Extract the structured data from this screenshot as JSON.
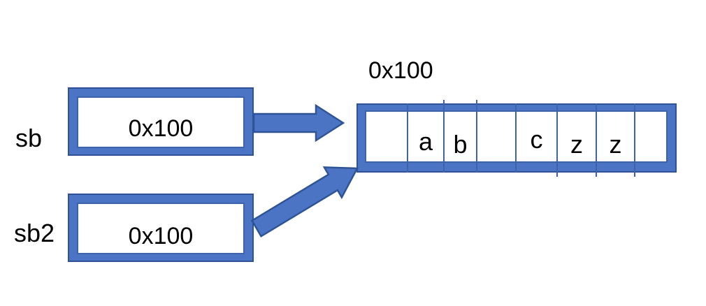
{
  "colors": {
    "background": "#FFFFFF",
    "shape_fill": "#4B74C5",
    "shape_outline": "#2F5496",
    "grid_line": "#3D63AB",
    "text": "#000000"
  },
  "pointers": [
    {
      "label": "sb",
      "value": "0x100"
    },
    {
      "label": "sb2",
      "value": "0x100"
    }
  ],
  "buffer": {
    "address_label": "0x100",
    "cells": [
      "a",
      "b",
      "",
      "c",
      "z",
      "z",
      "",
      ""
    ]
  },
  "arrows": [
    {
      "name": "sb-to-buffer-arrow",
      "direction": "right"
    },
    {
      "name": "sb2-to-buffer-arrow",
      "direction": "up-right"
    }
  ]
}
